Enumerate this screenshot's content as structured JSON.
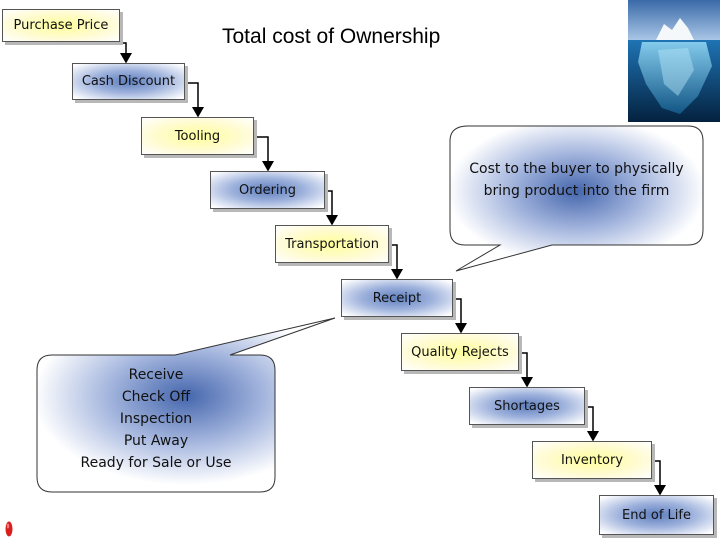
{
  "title": "Total cost of Ownership",
  "steps": [
    {
      "label": "Purchase Price"
    },
    {
      "label": "Cash Discount"
    },
    {
      "label": "Tooling"
    },
    {
      "label": "Ordering"
    },
    {
      "label": "Transportation"
    },
    {
      "label": "Receipt"
    },
    {
      "label": "Quality Rejects"
    },
    {
      "label": "Shortages"
    },
    {
      "label": "Inventory"
    },
    {
      "label": "End of Life"
    }
  ],
  "callout_buyer": {
    "lines": [
      "Cost to the buyer to physically",
      "bring product into the firm"
    ]
  },
  "callout_receipt": {
    "lines": [
      "Receive",
      "Check Off",
      "Inspection",
      "Put Away",
      "Ready for Sale or Use"
    ]
  },
  "colors": {
    "yellow_fill": "#ffff9a",
    "blue_fill": "#5f7fbe",
    "connector": "#000000",
    "callout_border": "#333333"
  },
  "images": {
    "iceberg": "iceberg-photo",
    "marker": "red-marker-icon"
  }
}
